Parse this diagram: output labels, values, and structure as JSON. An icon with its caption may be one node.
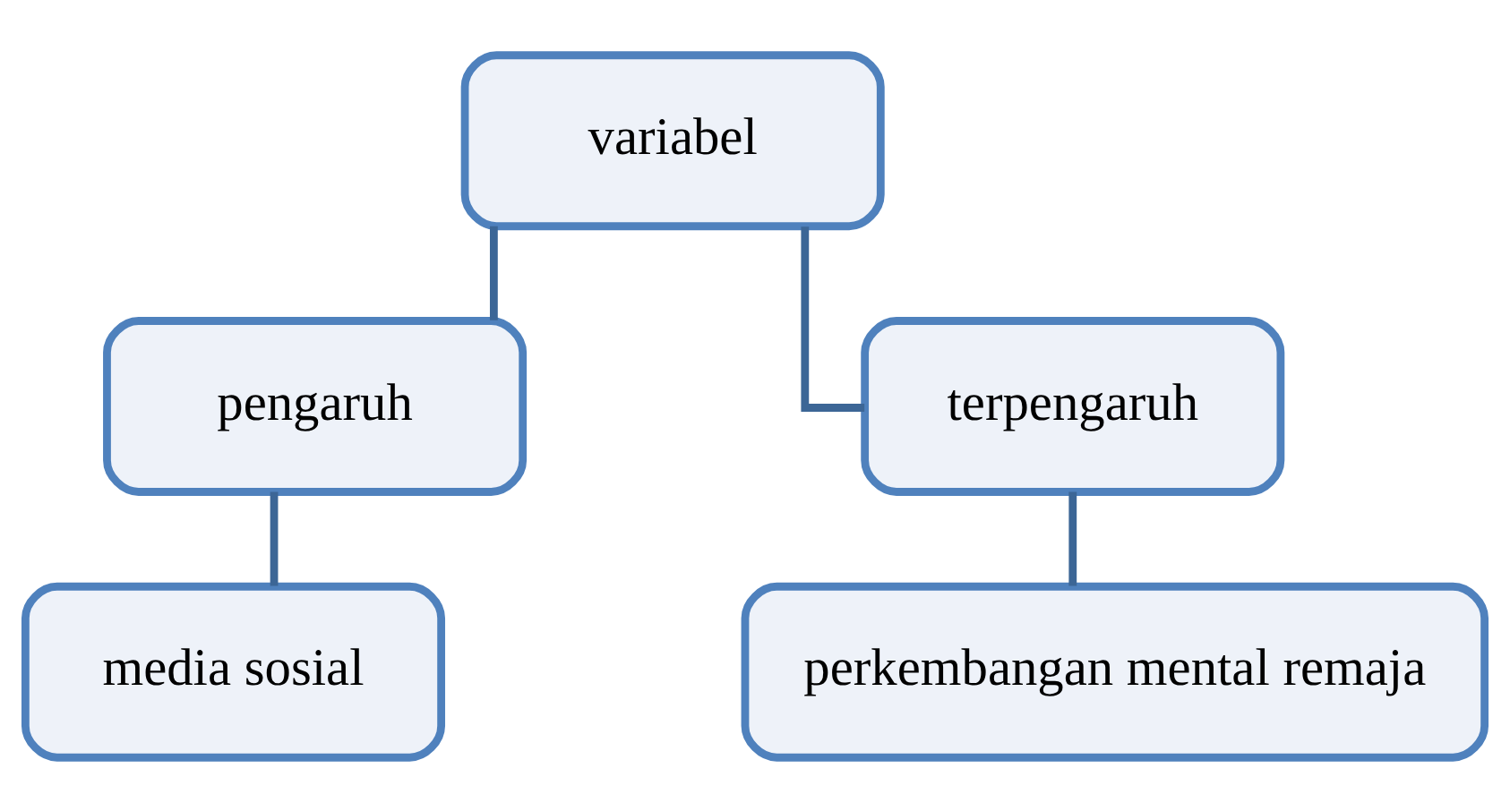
{
  "diagram": {
    "nodes": [
      {
        "text": [
          "variabel"
        ]
      },
      {
        "text": [
          "pengaruh"
        ]
      },
      {
        "text": [
          "terpengaruh"
        ]
      },
      {
        "text": [
          "media sosial"
        ]
      },
      {
        "text": [
          "perkembangan mental remaja"
        ]
      }
    ],
    "edges": [
      {
        "from": 0,
        "to": 1,
        "arrow": "none"
      },
      {
        "from": 0,
        "to": 2,
        "arrow": "none"
      },
      {
        "from": 1,
        "to": 3,
        "arrow": "none"
      },
      {
        "from": 2,
        "to": 4,
        "arrow": "none"
      }
    ]
  }
}
